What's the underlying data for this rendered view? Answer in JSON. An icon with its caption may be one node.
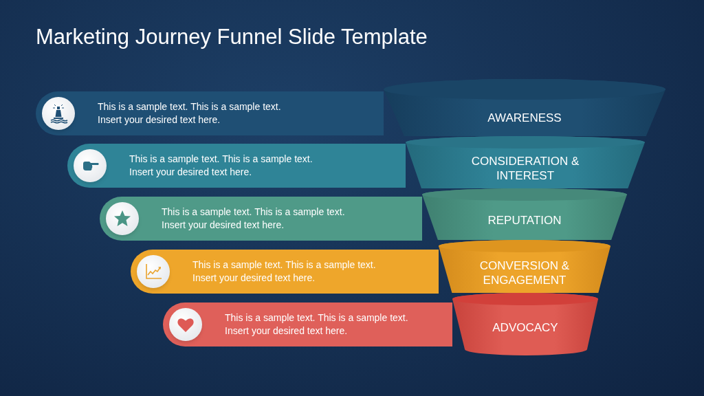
{
  "diagram": {
    "title": "Marketing Journey Funnel Slide Template",
    "nodes": [
      {
        "text": [
          "This is a sample text. This is a sample text. Insert your desired text here."
        ]
      },
      {
        "text": [
          "AWARENESS"
        ]
      },
      {
        "text": [
          "This is a sample text. This is a sample text. Insert your desired text here."
        ]
      },
      {
        "text": [
          "CONSIDERATION & INTEREST"
        ]
      },
      {
        "text": [
          "This is a sample text. This is a sample text. Insert your desired text here."
        ]
      },
      {
        "text": [
          "REPUTATION"
        ]
      },
      {
        "text": [
          "This is a sample text. This is a sample text. Insert your desired text here."
        ]
      },
      {
        "text": [
          "CONVERSION & ENGAGEMENT"
        ]
      },
      {
        "text": [
          "This is a sample text. This is a sample text. Insert your desired text here."
        ]
      },
      {
        "text": [
          "ADVOCACY"
        ]
      }
    ]
  }
}
